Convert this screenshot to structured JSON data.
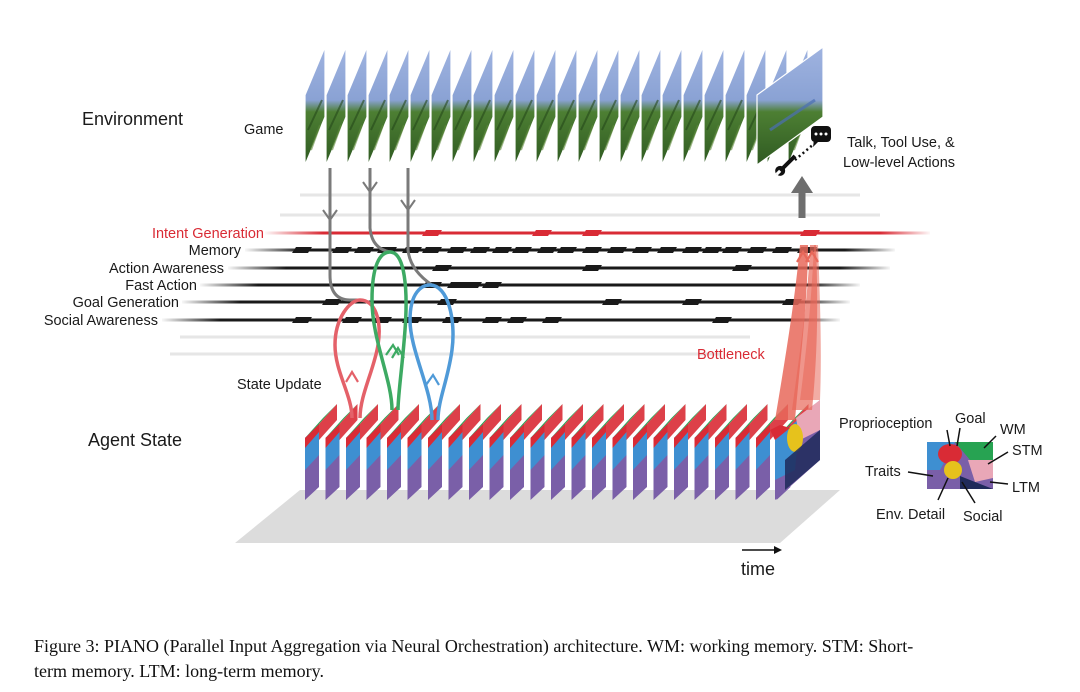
{
  "labels": {
    "environment": "Environment",
    "game": "Game",
    "agent_state": "Agent State",
    "state_update": "State Update",
    "bottleneck": "Bottleneck",
    "output_line1": "Talk, Tool Use, &",
    "output_line2": "Low-level Actions",
    "time": "time"
  },
  "modules": [
    {
      "name": "Intent Generation",
      "color": "#d92b35"
    },
    {
      "name": "Memory",
      "color": "#1a1a1a"
    },
    {
      "name": "Action Awareness",
      "color": "#1a1a1a"
    },
    {
      "name": "Fast Action",
      "color": "#1a1a1a"
    },
    {
      "name": "Goal Generation",
      "color": "#1a1a1a"
    },
    {
      "name": "Social Awareness",
      "color": "#1a1a1a"
    }
  ],
  "state_components": {
    "proprioception": "Proprioception",
    "goal": "Goal",
    "wm": "WM",
    "stm": "STM",
    "traits": "Traits",
    "ltm": "LTM",
    "env_detail": "Env. Detail",
    "social": "Social"
  },
  "caption": {
    "line1": "Figure 3: PIANO (Parallel Input Aggregation via Neural Orchestration) architecture.  WM: working memory.  STM: Short-",
    "line2": "term memory. LTM: long-term memory."
  },
  "colors": {
    "red": "#d92b35",
    "green": "#27a352",
    "blue": "#3e8fd1",
    "purple": "#7a5fa8",
    "pink": "#e9a7b7",
    "yellow": "#e6c21c",
    "sky": "#8fa6d6",
    "grass": "#3f6e2c"
  }
}
